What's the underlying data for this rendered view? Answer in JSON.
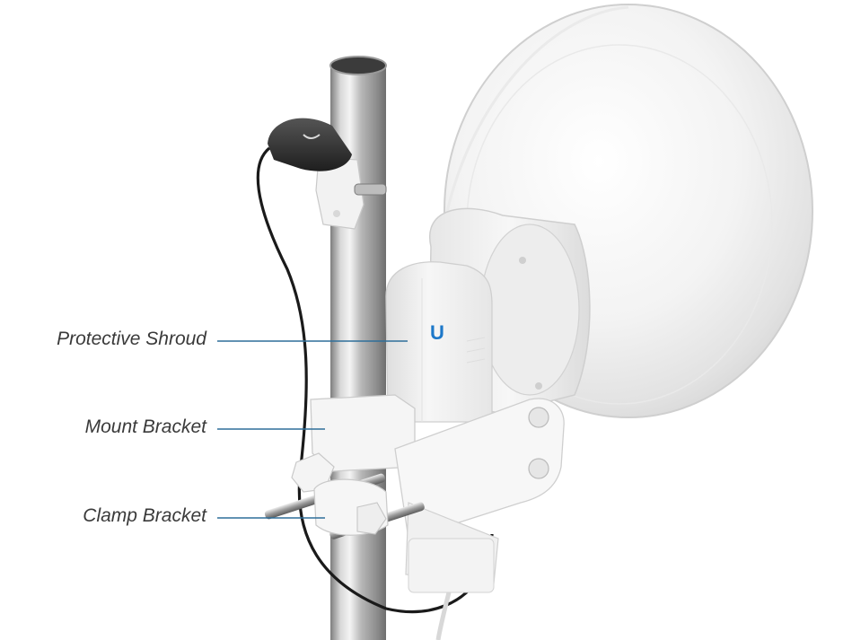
{
  "callouts": [
    {
      "id": "protective-shroud",
      "label": "Protective Shroud"
    },
    {
      "id": "mount-bracket",
      "label": "Mount Bracket"
    },
    {
      "id": "clamp-bracket",
      "label": "Clamp Bracket"
    }
  ],
  "device": {
    "logo_text": "U"
  },
  "colors": {
    "leader_line": "#2f6f9a",
    "label_text": "#3a3a3a",
    "logo_blue": "#1d78c9"
  }
}
